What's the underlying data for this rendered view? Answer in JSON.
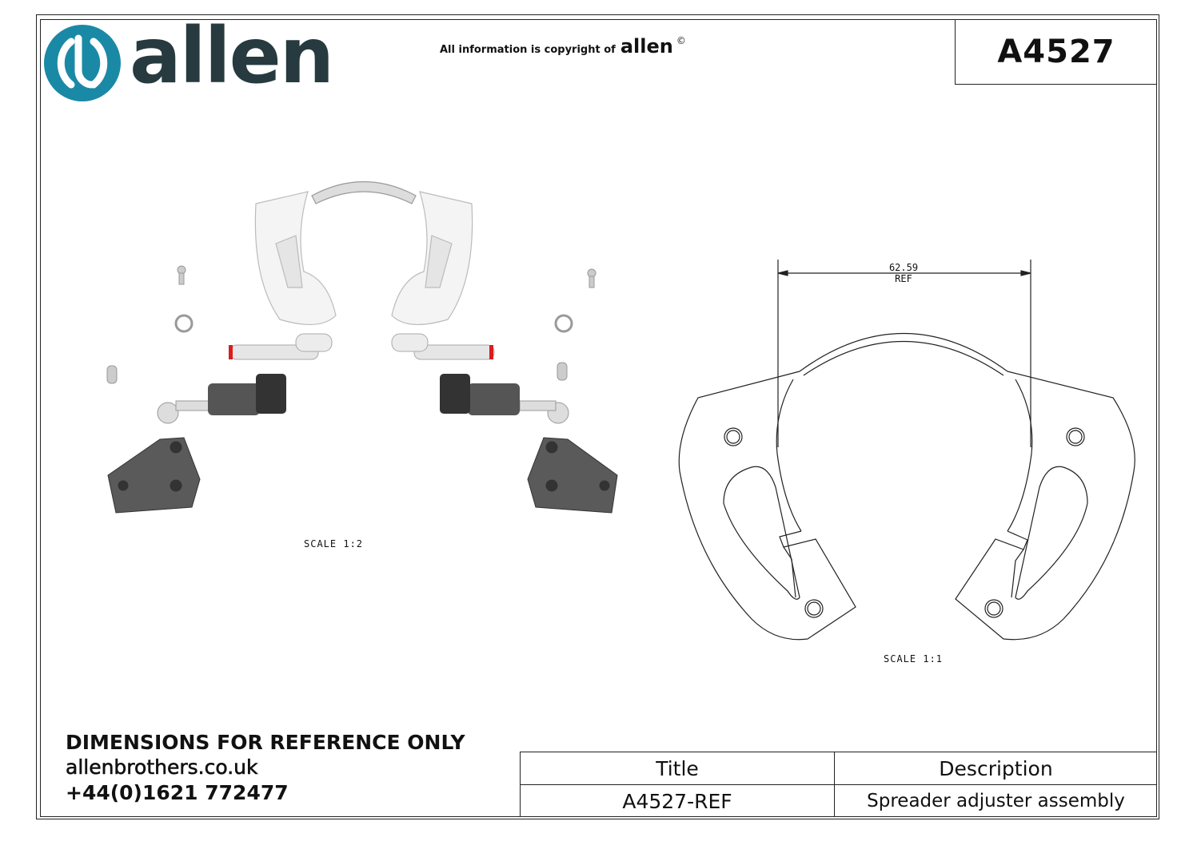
{
  "header": {
    "logo_text": "allen",
    "copyright_prefix": "All information is copyright of",
    "copyright_brand": "allen",
    "copyright_symbol": "©",
    "part_number": "A4527"
  },
  "views": {
    "exploded_scale": "SCALE 1:2",
    "plate_scale": "SCALE 1:1",
    "dimension_value": "62.59",
    "dimension_note": "REF"
  },
  "footer": {
    "notice": "DIMENSIONS FOR REFERENCE ONLY",
    "website": "allenbrothers.co.uk",
    "phone": "+44(0)1621 772477"
  },
  "title_block": {
    "title_header": "Title",
    "description_header": "Description",
    "title_value": "A4527-REF",
    "description_value": "Spreader adjuster assembly"
  },
  "colors": {
    "logo_teal": "#1a89a6",
    "logo_dark": "#263a3f",
    "pin_red": "#d81e1e"
  }
}
